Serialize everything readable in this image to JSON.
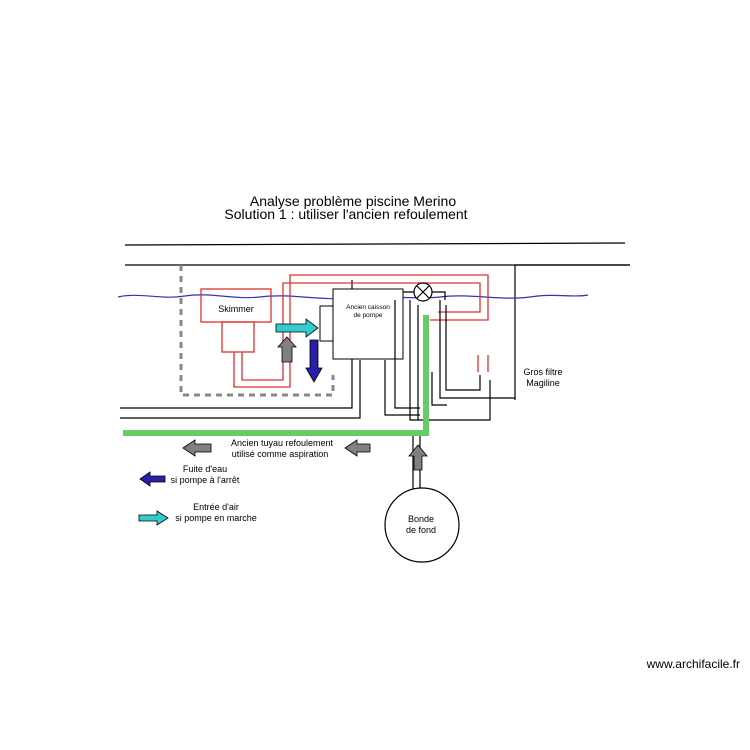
{
  "title": {
    "line1": "Analyse problème piscine Merino",
    "line2": "Solution 1 : utiliser l'ancien refoulement"
  },
  "labels": {
    "skimmer": "Skimmer",
    "pump_housing_line1": "Ancien caisson",
    "pump_housing_line2": "de pompe",
    "filter_line1": "Gros filtre",
    "filter_line2": "Magiline",
    "old_pipe_line1": "Ancien tuyau refoulement",
    "old_pipe_line2": "utilisé comme aspiration",
    "drain_line1": "Bonde",
    "drain_line2": "de fond"
  },
  "legend": {
    "leak_line1": "Fuite d'eau",
    "leak_line2": "si pompe à l'arrêt",
    "air_line1": "Entrée d'air",
    "air_line2": "si pompe en marche"
  },
  "watermark": "www.archifacile.fr",
  "colors": {
    "red_pipe": "#e03030",
    "green_pipe": "#66cc66",
    "water_line": "#3333aa",
    "blue_arrow": "#2a1fa8",
    "cyan_arrow": "#33cccc",
    "gray_arrow": "#808080",
    "dashed_outline": "#888888"
  }
}
